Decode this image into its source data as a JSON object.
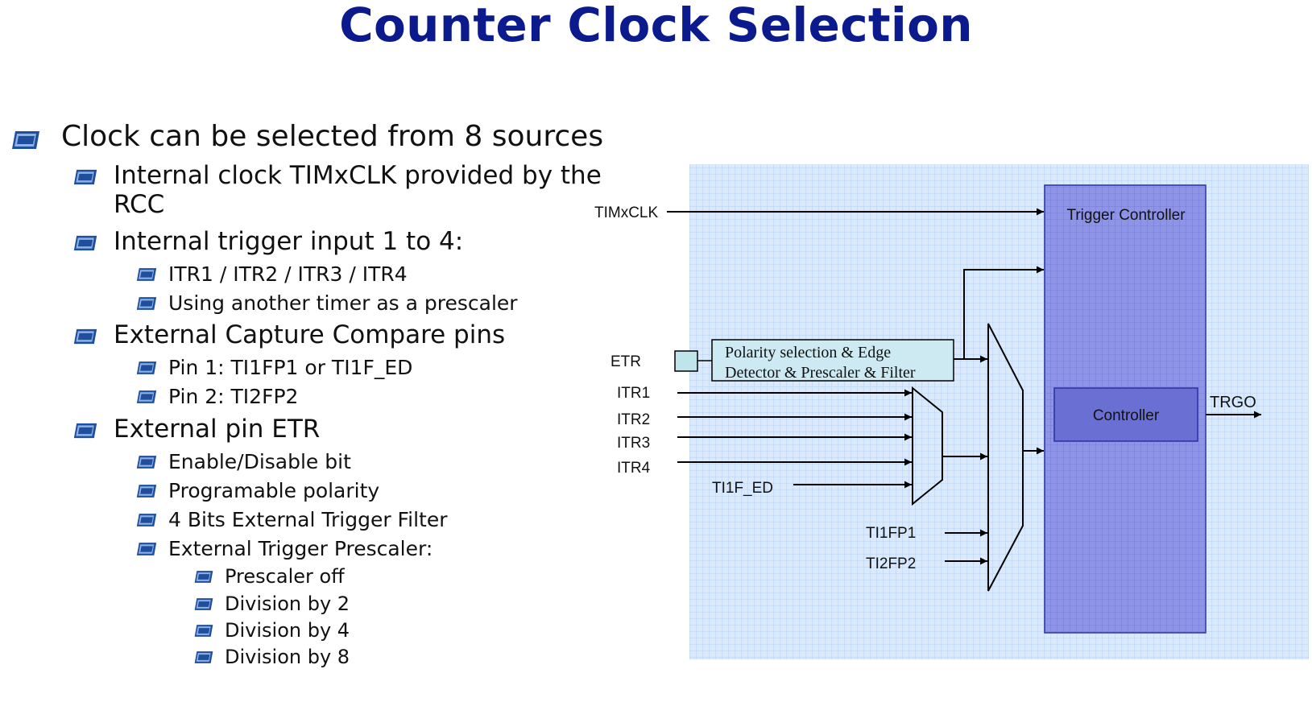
{
  "title": "Counter Clock Selection",
  "bullets": {
    "sources": "Clock can be selected from 8 sources",
    "internal_clock": "Internal clock TIMxCLK provided by the",
    "internal_clock_cont": "RCC",
    "internal_trigger": "Internal trigger input 1 to 4:",
    "itr_list": "ITR1 / ITR2 / ITR3 / ITR4",
    "prescaler_timer": "Using another timer as a prescaler",
    "ext_capture": "External Capture Compare pins",
    "pin1": "Pin 1: TI1FP1 or TI1F_ED",
    "pin2": "Pin 2: TI2FP2",
    "ext_etr": "External pin ETR",
    "enable_bit": "Enable/Disable bit",
    "polarity": "Programable polarity",
    "filter": "4 Bits External Trigger Filter",
    "ext_prescaler": "External Trigger Prescaler:",
    "presc_off": "Prescaler off",
    "div2": "Division by 2",
    "div4": "Division by 4",
    "div8": "Division by 8"
  },
  "diagram": {
    "timxclk": "TIMxCLK",
    "etr": "ETR",
    "itr1": "ITR1",
    "itr2": "ITR2",
    "itr3": "ITR3",
    "itr4": "ITR4",
    "ti1f_ed": "TI1F_ED",
    "ti1fp1": "TI1FP1",
    "ti2fp2": "TI2FP2",
    "polarity_line1": "Polarity selection & Edge",
    "polarity_line2": "Detector & Prescaler & Filter",
    "trigger_controller": "Trigger Controller",
    "controller": "Controller",
    "trgo": "TRGO"
  },
  "colors": {
    "title": "#0b1a8c",
    "bullet_icon": "#1f4e9c",
    "diagram_bg": "#dbe9fb",
    "grid": "#a9c9f0",
    "trigger_box": "#8f95e6",
    "controller_box": "#6a6fd3",
    "etr_box": "#bfe4ea",
    "polarity_box": "#cdeaf3"
  }
}
